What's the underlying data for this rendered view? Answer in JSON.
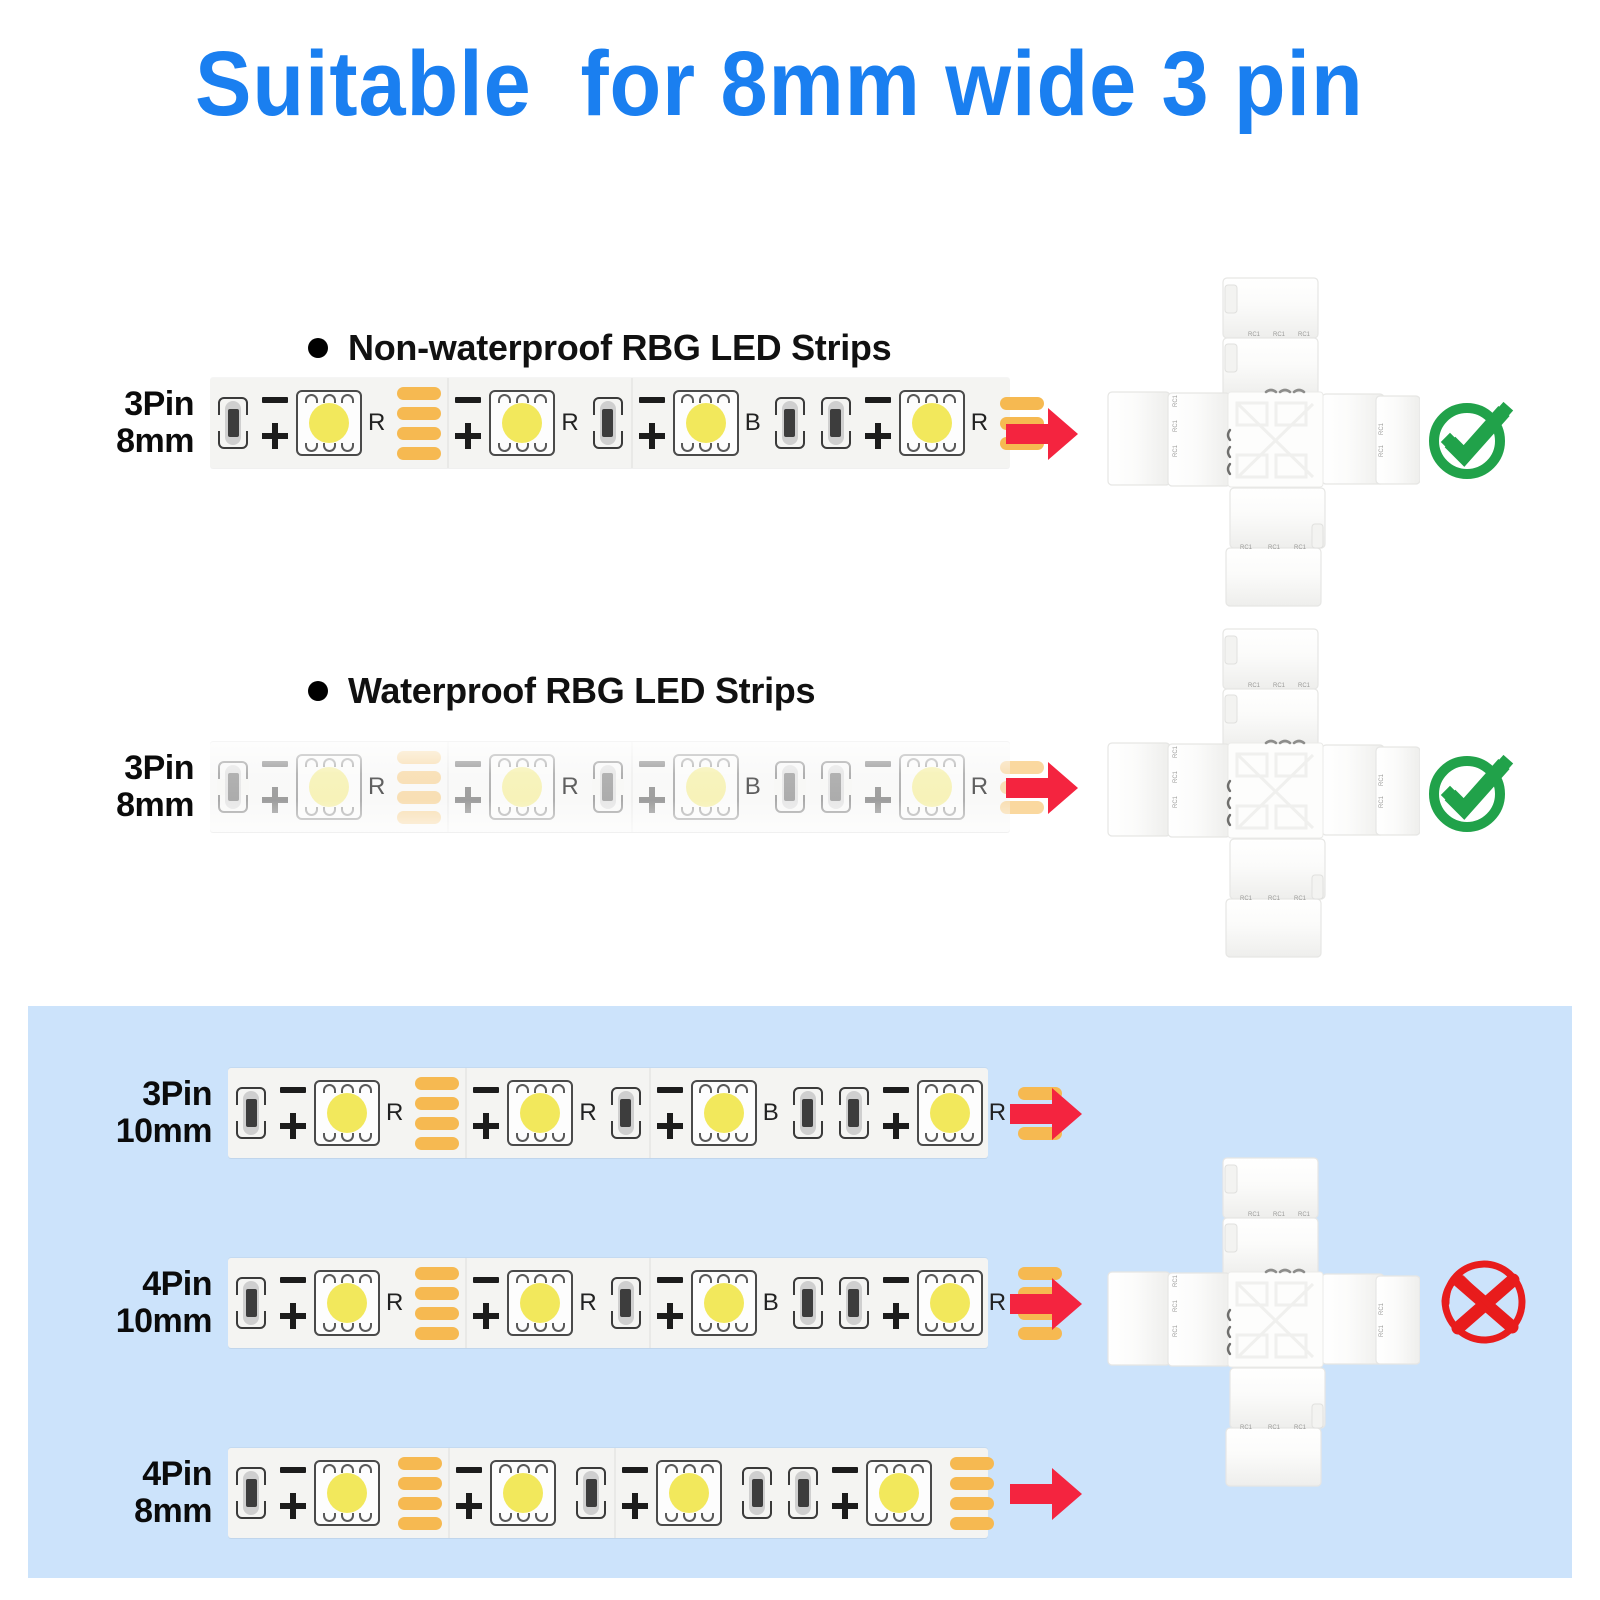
{
  "title": "Suitable  for 8mm wide 3 pin",
  "colors": {
    "title_blue": "#1a7ff0",
    "panel_blue": "#cce3fb",
    "arrow_red": "#f4243f",
    "check_green": "#21a24a",
    "cross_red": "#e81c1c",
    "pad_orange": "#f6b951",
    "led_yellow": "#f2e85c"
  },
  "sections": [
    {
      "id": "non-waterproof",
      "heading": "Non-waterproof RBG LED Strips",
      "row_label": "3Pin\n8mm",
      "pins": 3,
      "waterproof": false,
      "led_tags": [
        "R",
        "R",
        "B",
        "R"
      ],
      "arrow": "red-arrow",
      "connector": "cross-connector-3pin",
      "verdict": "check",
      "verdict_icon": "green-check-icon"
    },
    {
      "id": "waterproof",
      "heading": "Waterproof RBG LED Strips",
      "row_label": "3Pin\n8mm",
      "pins": 3,
      "waterproof": true,
      "led_tags": [
        "R",
        "R",
        "B",
        "R"
      ],
      "arrow": "red-arrow",
      "connector": "cross-connector-3pin",
      "verdict": "check",
      "verdict_icon": "green-check-icon"
    }
  ],
  "incompatible_panel": {
    "rows": [
      {
        "id": "3pin-10mm",
        "row_label": "3Pin\n10mm",
        "pins": 3,
        "end_pads": 3,
        "mid_pads": 4,
        "led_tags": [
          "R",
          "R",
          "B",
          "R"
        ],
        "arrow": "red-arrow"
      },
      {
        "id": "4pin-10mm",
        "row_label": "4Pin\n10mm",
        "pins": 4,
        "end_pads": 4,
        "mid_pads": 4,
        "led_tags": [
          "R",
          "R",
          "B",
          "R"
        ],
        "arrow": "red-arrow"
      },
      {
        "id": "4pin-8mm",
        "row_label": "4Pin\n8mm",
        "pins": 4,
        "end_pads": 4,
        "mid_pads": 4,
        "led_tags": [
          "",
          "",
          "",
          ""
        ],
        "arrow": "red-arrow"
      }
    ],
    "connector": "cross-connector-3pin",
    "verdict": "cross",
    "verdict_icon": "red-cross-icon"
  }
}
